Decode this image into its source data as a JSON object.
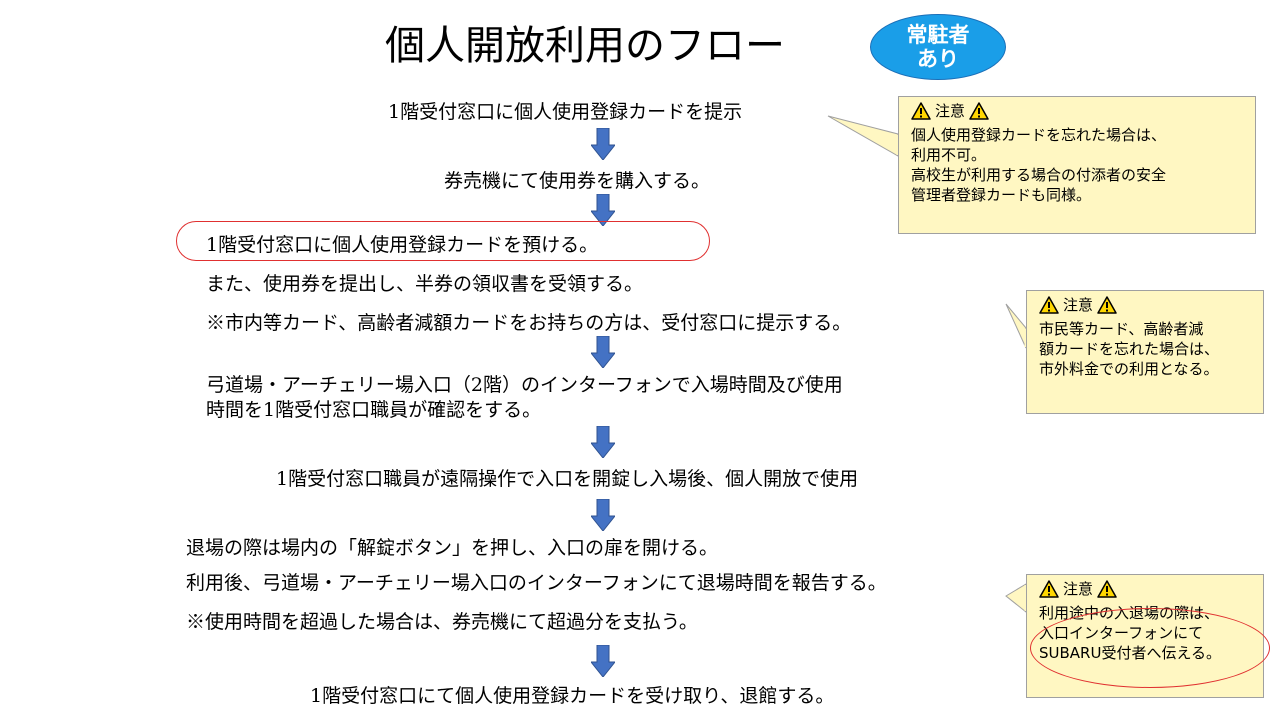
{
  "title": "個人開放利用のフロー",
  "badge": {
    "line1": "常駐者",
    "line2": "あり"
  },
  "steps": {
    "s1": "1階受付窓口に個人使用登録カードを提示",
    "s2": "券売機にて使用券を購入する。",
    "s3": "1階受付窓口に個人使用登録カードを預ける。",
    "s3b": "また、使用券を提出し、半券の領収書を受領する。",
    "s3c": "※市内等カード、高齢者減額カードをお持ちの方は、受付窓口に提示する。",
    "s4a": "弓道場・アーチェリー場入口（2階）のインターフォンで入場時間及び使用",
    "s4b": "時間を1階受付窓口職員が確認をする。",
    "s5": "1階受付窓口職員が遠隔操作で入口を開錠し入場後、個人開放で使用",
    "s6a": "退場の際は場内の「解錠ボタン」を押し、入口の扉を開ける。",
    "s6b": "利用後、弓道場・アーチェリー場入口のインターフォンにて退場時間を報告する。",
    "s6c": "※使用時間を超過した場合は、券売機にて超過分を支払う。",
    "s7": "1階受付窓口にて個人使用登録カードを受け取り、退館する。"
  },
  "notes": [
    {
      "heading": "注意",
      "lines": [
        "個人使用登録カードを忘れた場合は、",
        "利用不可。",
        "高校生が利用する場合の付添者の安全",
        "管理者登録カードも同様。"
      ]
    },
    {
      "heading": "注意",
      "lines": [
        "市民等カード、高齢者減",
        "額カードを忘れた場合は、",
        "市外料金での利用となる。"
      ]
    },
    {
      "heading": "注意",
      "lines": [
        "利用途中の入退場の際は、",
        "入口インターフォンにて",
        "SUBARU受付者へ伝える。"
      ]
    }
  ],
  "colors": {
    "arrow": "#4472c4",
    "arrow_stroke": "#2f528f",
    "badge": "#1a9ee8",
    "note_bg": "#fff7c2",
    "highlight": "#e03030",
    "warning": "#ffd700"
  },
  "icons": {
    "arrow": "down-arrow-icon",
    "warning": "warning-triangle-icon"
  }
}
